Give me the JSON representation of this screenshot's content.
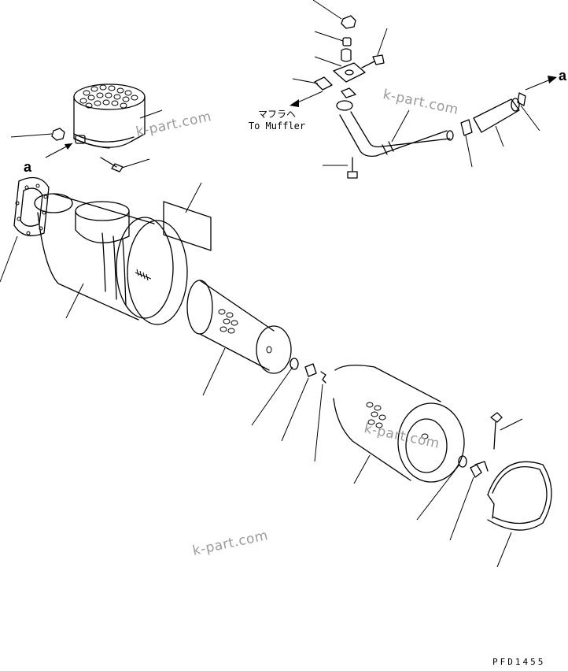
{
  "labels": {
    "a_left": "a",
    "a_right": "a",
    "muffler_jp": "マフラヘ",
    "muffler_en": "To Muffler"
  },
  "watermarks": [
    "k-part.com",
    "k-part.com",
    "k-part.com",
    "k-part.com"
  ],
  "drawing_code": "PFD1455"
}
